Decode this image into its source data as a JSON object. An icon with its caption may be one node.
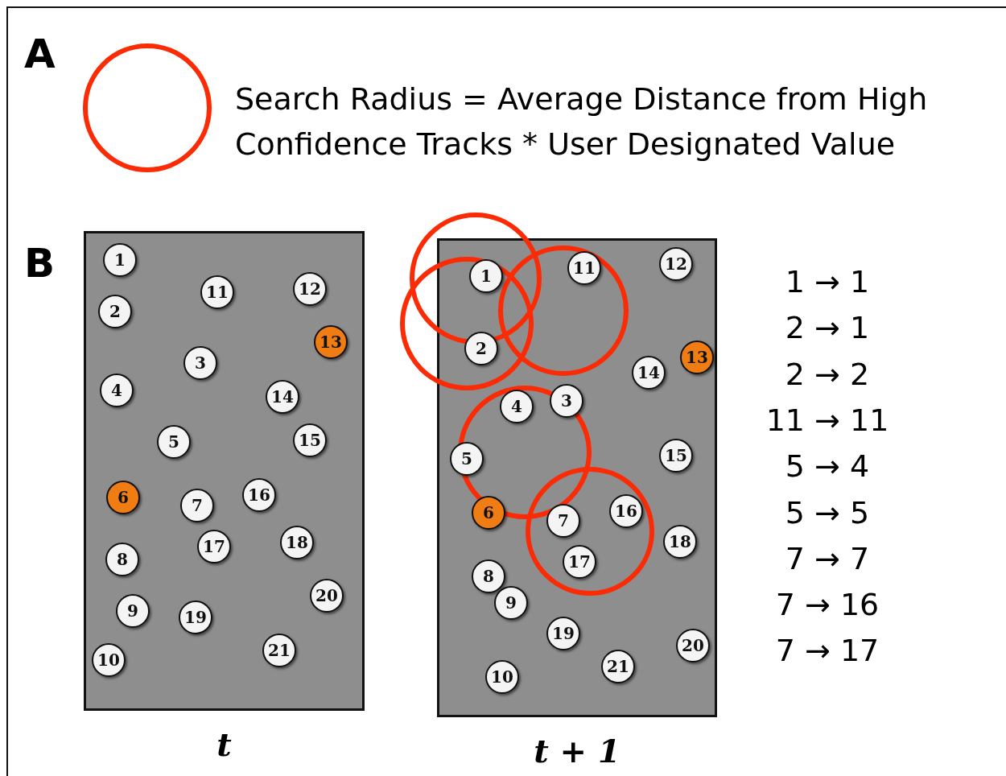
{
  "diagram": {
    "nodes": [
      {
        "text": [],
        "shape": "circle"
      },
      {
        "text": [
          "t"
        ]
      },
      {
        "text": [
          "1"
        ],
        "in": 1
      },
      {
        "text": [
          "2"
        ],
        "in": 1
      },
      {
        "text": [
          "3"
        ],
        "in": 1
      },
      {
        "text": [
          "4"
        ],
        "in": 1
      },
      {
        "text": [
          "5"
        ],
        "in": 1
      },
      {
        "text": [
          "6"
        ],
        "in": 1
      },
      {
        "text": [
          "7"
        ],
        "in": 1
      },
      {
        "text": [
          "8"
        ],
        "in": 1
      },
      {
        "text": [
          "9"
        ],
        "in": 1
      },
      {
        "text": [
          "10"
        ],
        "in": 1
      },
      {
        "text": [
          "11"
        ],
        "in": 1
      },
      {
        "text": [
          "12"
        ],
        "in": 1
      },
      {
        "text": [
          "13"
        ],
        "in": 1
      },
      {
        "text": [
          "14"
        ],
        "in": 1
      },
      {
        "text": [
          "15"
        ],
        "in": 1
      },
      {
        "text": [
          "16"
        ],
        "in": 1
      },
      {
        "text": [
          "17"
        ],
        "in": 1
      },
      {
        "text": [
          "18"
        ],
        "in": 1
      },
      {
        "text": [
          "19"
        ],
        "in": 1
      },
      {
        "text": [
          "20"
        ],
        "in": 1
      },
      {
        "text": [
          "21"
        ],
        "in": 1
      },
      {
        "text": [
          "t + 1"
        ]
      },
      {
        "text": [
          "1"
        ],
        "in": 23
      },
      {
        "text": [
          "2"
        ],
        "in": 23
      },
      {
        "text": [
          "3"
        ],
        "in": 23
      },
      {
        "text": [
          "4"
        ],
        "in": 23
      },
      {
        "text": [
          "5"
        ],
        "in": 23
      },
      {
        "text": [
          "6"
        ],
        "in": 23
      },
      {
        "text": [
          "7"
        ],
        "in": 23
      },
      {
        "text": [
          "8"
        ],
        "in": 23
      },
      {
        "text": [
          "9"
        ],
        "in": 23
      },
      {
        "text": [
          "10"
        ],
        "in": 23
      },
      {
        "text": [
          "11"
        ],
        "in": 23
      },
      {
        "text": [
          "12"
        ],
        "in": 23
      },
      {
        "text": [
          "13"
        ],
        "in": 23
      },
      {
        "text": [
          "14"
        ],
        "in": 23
      },
      {
        "text": [
          "15"
        ],
        "in": 23
      },
      {
        "text": [
          "16"
        ],
        "in": 23
      },
      {
        "text": [
          "17"
        ],
        "in": 23
      },
      {
        "text": [
          "18"
        ],
        "in": 23
      },
      {
        "text": [
          "19"
        ],
        "in": 23
      },
      {
        "text": [
          "20"
        ],
        "in": 23
      },
      {
        "text": [
          "21"
        ],
        "in": 23
      }
    ],
    "labels": [
      "A",
      "Search Radius = Average Distance from High Confidence Tracks * User Designated Value",
      "B",
      "1 → 1",
      "2 → 1",
      "2 → 2",
      "11 → 11",
      "5 → 4",
      "5 → 5",
      "7 → 7",
      "7 → 16",
      "7 → 17"
    ]
  }
}
